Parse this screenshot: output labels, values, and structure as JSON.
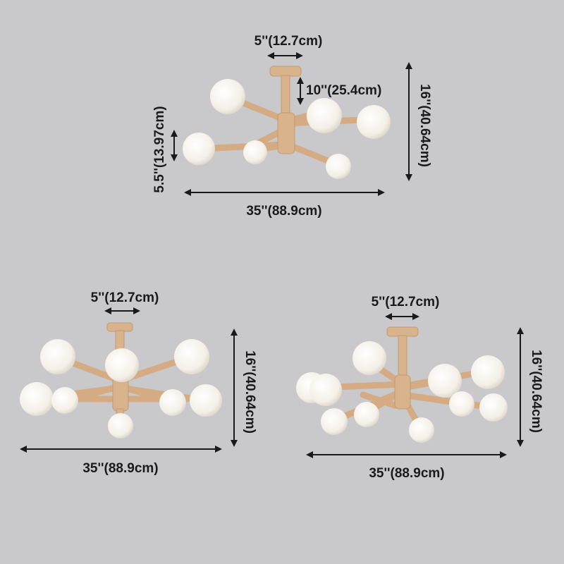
{
  "colors": {
    "background": "#c9c9cc",
    "wood": "#d9b38c",
    "wood_dark": "#c49a70",
    "glass": "#f7f4ee",
    "arrow": "#1a1a1a"
  },
  "fixtures": [
    {
      "name": "six-light",
      "dims": {
        "canopy_width": "5''(12.7cm)",
        "rod_length": "10''(25.4cm)",
        "total_height": "16''(40.64cm)",
        "body_height": "5.5''(13.97cm)",
        "total_width": "35''(88.9cm)"
      }
    },
    {
      "name": "eight-light",
      "dims": {
        "canopy_width": "5''(12.7cm)",
        "total_height": "16''(40.64cm)",
        "total_width": "35''(88.9cm)"
      }
    },
    {
      "name": "ten-light",
      "dims": {
        "canopy_width": "5''(12.7cm)",
        "total_height": "16''(40.64cm)",
        "total_width": "35''(88.9cm)"
      }
    }
  ]
}
